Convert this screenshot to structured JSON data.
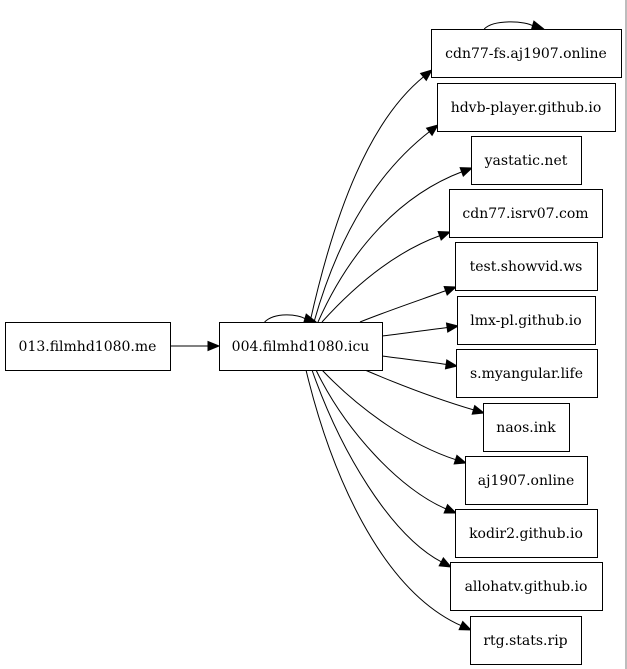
{
  "graph": {
    "nodes": [
      {
        "id": "n_source",
        "label": "013.filmhd1080.me"
      },
      {
        "id": "n_hub",
        "label": "004.filmhd1080.icu"
      },
      {
        "id": "n_cdn77fs",
        "label": "cdn77-fs.aj1907.online"
      },
      {
        "id": "n_hdvb",
        "label": "hdvb-player.github.io"
      },
      {
        "id": "n_yastatic",
        "label": "yastatic.net"
      },
      {
        "id": "n_isrv07",
        "label": "cdn77.isrv07.com"
      },
      {
        "id": "n_showvid",
        "label": "test.showvid.ws"
      },
      {
        "id": "n_lmxpl",
        "label": "lmx-pl.github.io"
      },
      {
        "id": "n_myangular",
        "label": "s.myangular.life"
      },
      {
        "id": "n_naos",
        "label": "naos.ink"
      },
      {
        "id": "n_aj1907",
        "label": "aj1907.online"
      },
      {
        "id": "n_kodir2",
        "label": "kodir2.github.io"
      },
      {
        "id": "n_allohatv",
        "label": "allohatv.github.io"
      },
      {
        "id": "n_rtg",
        "label": "rtg.stats.rip"
      }
    ],
    "edges": [
      {
        "from": "n_source",
        "to": "n_hub"
      },
      {
        "from": "n_hub",
        "to": "n_hub"
      },
      {
        "from": "n_hub",
        "to": "n_cdn77fs"
      },
      {
        "from": "n_cdn77fs",
        "to": "n_cdn77fs"
      },
      {
        "from": "n_hub",
        "to": "n_hdvb"
      },
      {
        "from": "n_hub",
        "to": "n_yastatic"
      },
      {
        "from": "n_hub",
        "to": "n_isrv07"
      },
      {
        "from": "n_hub",
        "to": "n_showvid"
      },
      {
        "from": "n_hub",
        "to": "n_lmxpl"
      },
      {
        "from": "n_hub",
        "to": "n_myangular"
      },
      {
        "from": "n_hub",
        "to": "n_naos"
      },
      {
        "from": "n_hub",
        "to": "n_aj1907"
      },
      {
        "from": "n_hub",
        "to": "n_kodir2"
      },
      {
        "from": "n_hub",
        "to": "n_allohatv"
      },
      {
        "from": "n_hub",
        "to": "n_rtg"
      }
    ]
  }
}
